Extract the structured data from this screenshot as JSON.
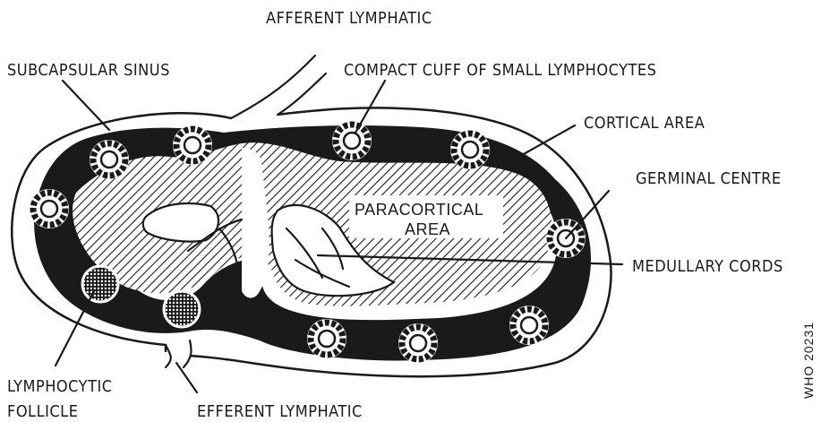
{
  "labels": {
    "afferent_lymphatic": "AFFERENT LYMPHATIC",
    "subcapsular_sinus": "SUBCAPSULAR SINUS",
    "compact_cuff": "COMPACT CUFF OF SMALL LYMPHOCYTES",
    "cortical_area": "CORTICAL AREA",
    "germinal_centre": "GERMINAL CENTRE",
    "paracortical_line1": "PARACORTICAL",
    "paracortical_line2": "AREA",
    "medullary_cords": "MEDULLARY CORDS",
    "lymphocytic_line1": "LYMPHOCYTIC",
    "lymphocytic_line2": "FOLLICLE",
    "efferent_lymphatic": "EFFERENT LYMPHATIC",
    "catalog_number": "WHO 20231"
  },
  "colors": {
    "ink": "#1a1a1a",
    "paper": "#ffffff"
  }
}
